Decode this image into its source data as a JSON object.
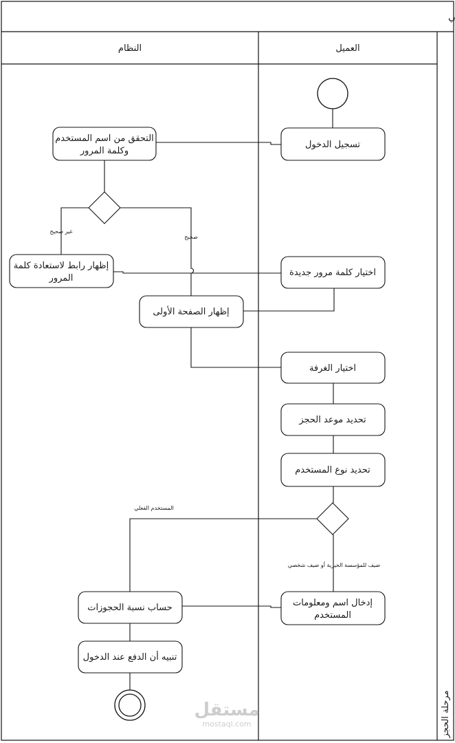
{
  "diagram": {
    "title": "نظام الحجز الالكتروني",
    "phase_label": "مرحلة الحجز",
    "lanes": {
      "client": "العميل",
      "system": "النظام"
    },
    "activities": {
      "login": "تسجيل الدخول",
      "verify": [
        "التحقق من اسم المستخدم",
        "وكلمة المرور"
      ],
      "show_reset": [
        "إظهار رابط لاستعادة كلمة",
        "المرور"
      ],
      "choose_password": "اختيار كلمة مرور جديدة",
      "show_home": "إظهار الصفحة الأولى",
      "choose_room": "اختيار الغرفة",
      "set_date": "تحديد موعد الحجز",
      "set_user_type": "تحديد نوع المستخدم",
      "enter_info": [
        "إدخال اسم ومعلومات",
        "المستخدم"
      ],
      "calc_ratio": "حساب نسبة الحجوزات",
      "pay_notice": "تنبيه أن الدفع عند الدخول"
    },
    "guards": {
      "incorrect": "غير صحيح",
      "correct": "صحيح",
      "actual_user": "المستخدم الفعلي",
      "guest": "ضيف للمؤسسة الخيرية أو ضيف شخصي"
    }
  },
  "watermark": {
    "name": "مستقل",
    "url": "mostaql.com"
  }
}
